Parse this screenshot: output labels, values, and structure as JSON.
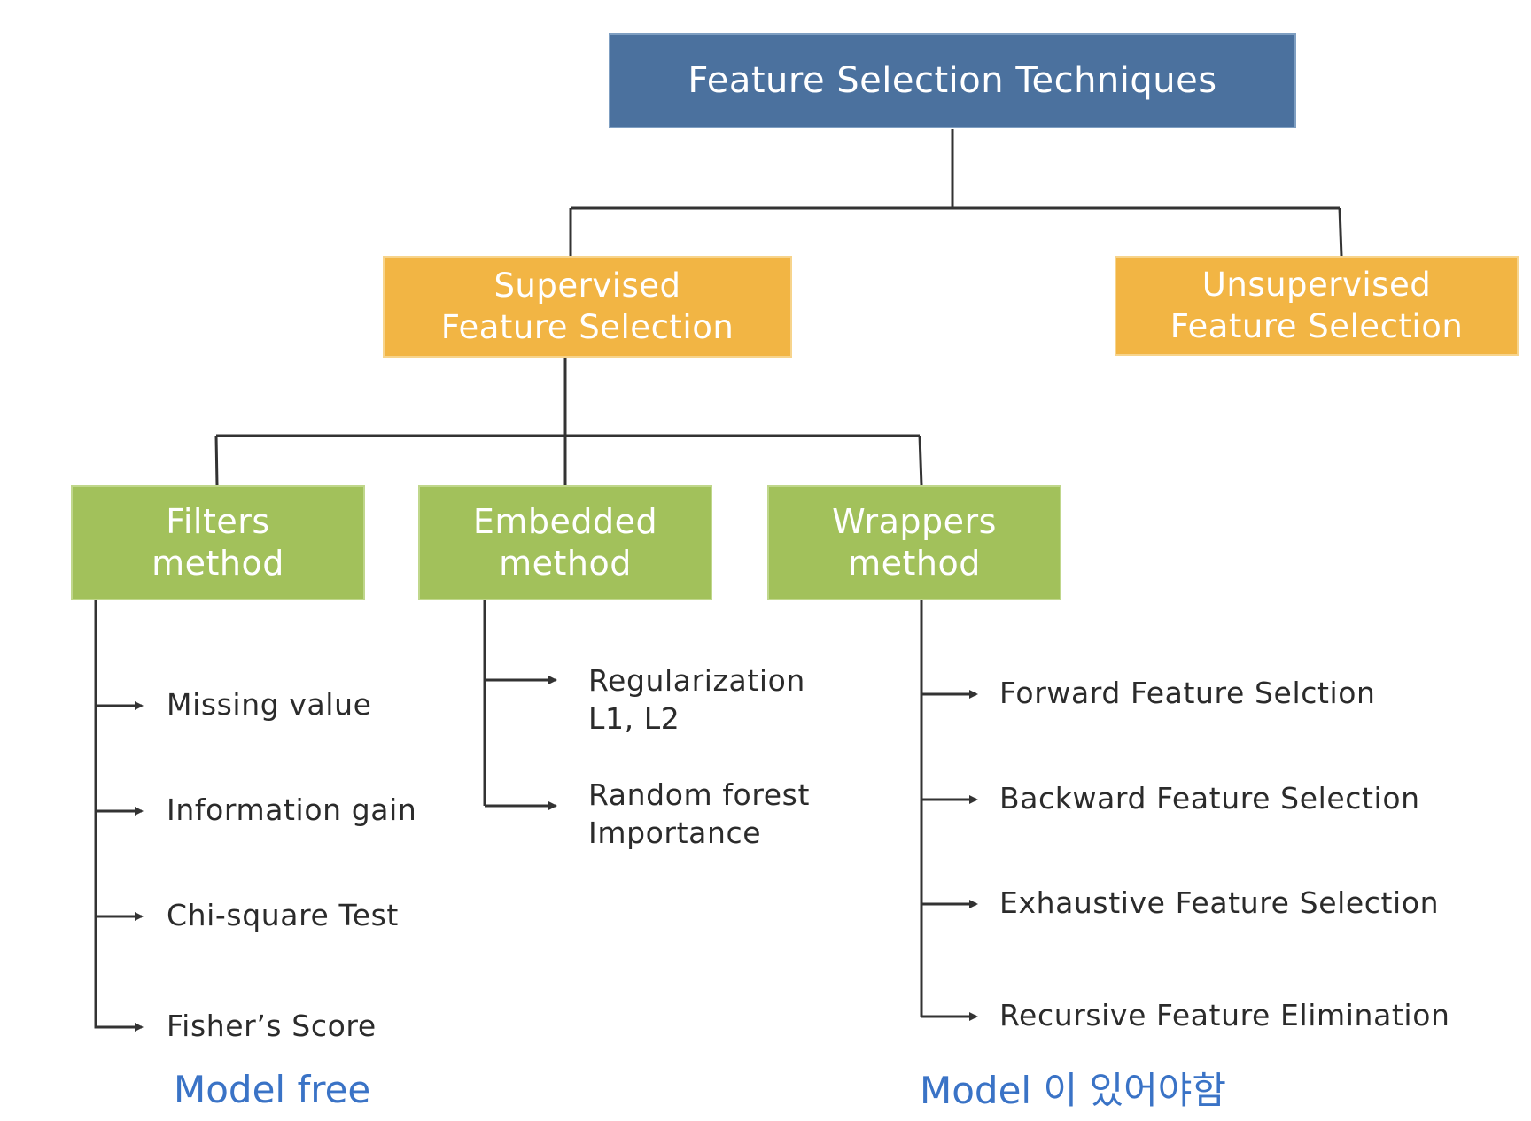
{
  "root": {
    "label": "Feature Selection Techniques",
    "color": "#4b719e"
  },
  "categories": {
    "supervised": {
      "label": "Supervised\nFeature Selection",
      "color": "#f2b544"
    },
    "unsupervised": {
      "label": "Unsupervised\nFeature Selection",
      "color": "#f2b544"
    }
  },
  "methods": {
    "filters": {
      "label": "Filters\nmethod",
      "color": "#a2c15b",
      "items": [
        "Missing value",
        "Information gain",
        "Chi-square Test",
        "Fisher’s Score"
      ]
    },
    "embedded": {
      "label": "Embedded\nmethod",
      "color": "#a2c15b",
      "items": [
        "Regularization\nL1, L2",
        "Random forest\nImportance"
      ]
    },
    "wrappers": {
      "label": "Wrappers\nmethod",
      "color": "#a2c15b",
      "items": [
        "Forward Feature Selction",
        "Backward Feature Selection",
        "Exhaustive Feature Selection",
        "Recursive Feature Elimination"
      ]
    }
  },
  "notes": {
    "model_free": "Model free",
    "model_required": "Model 이 있어야함"
  },
  "connector_color": "#333333",
  "note_color": "#3a73c6"
}
